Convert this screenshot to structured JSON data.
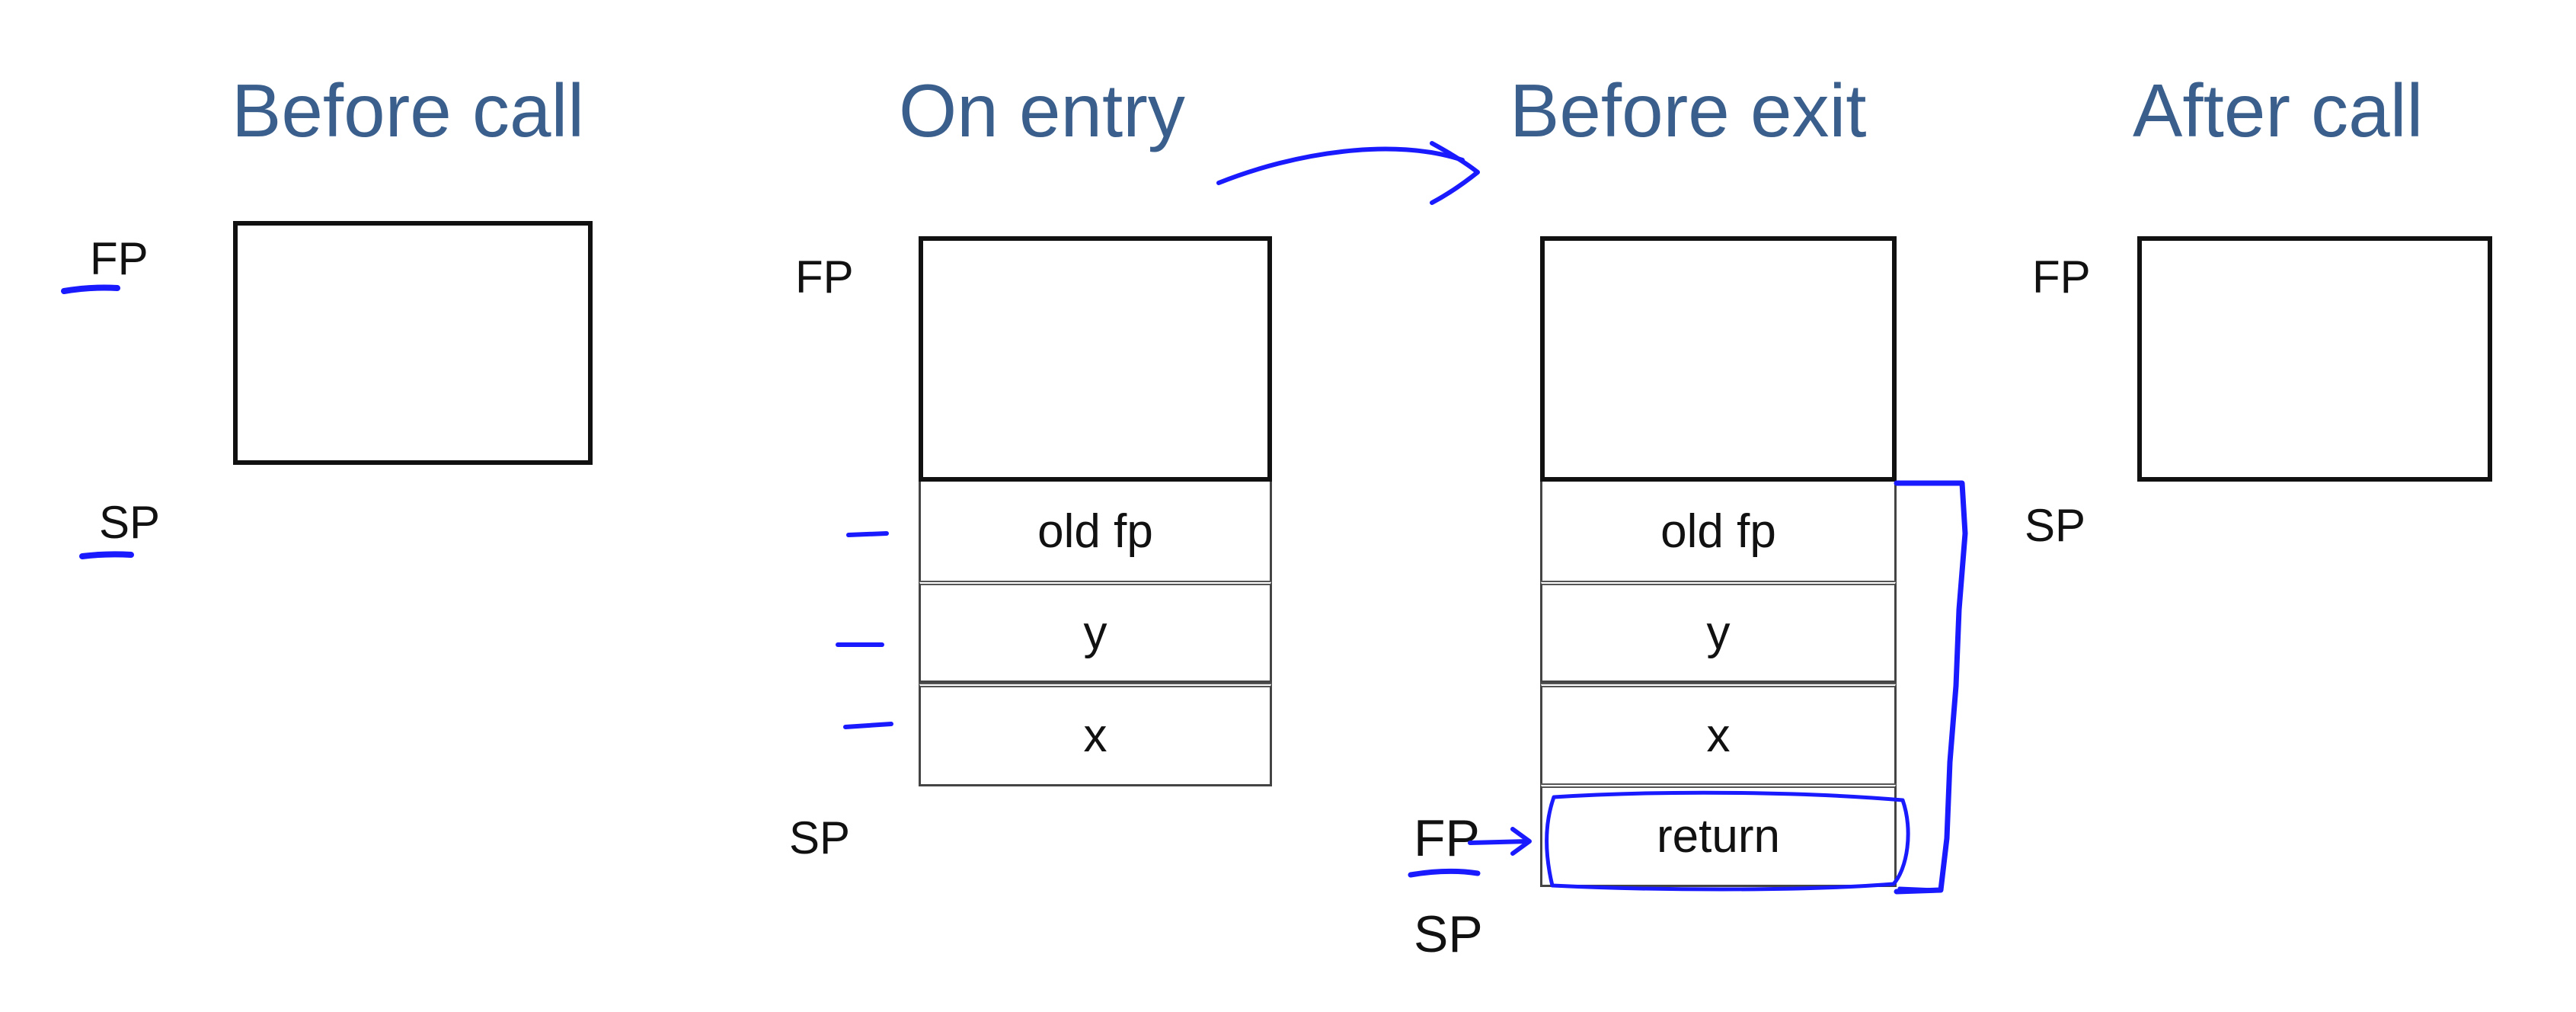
{
  "headings": {
    "before_call": "Before call",
    "on_entry": "On entry",
    "before_exit": "Before exit",
    "after_call": "After call"
  },
  "before_call": {
    "fp_label": "FP",
    "sp_label": "SP"
  },
  "on_entry": {
    "fp_label": "FP",
    "sp_label": "SP",
    "cells": [
      "old fp",
      "y",
      "x"
    ]
  },
  "before_exit": {
    "fp_label": "FP",
    "sp_label": "SP",
    "cells": [
      "old fp",
      "y",
      "x",
      "return"
    ]
  },
  "after_call": {
    "fp_label": "FP",
    "sp_label": "SP"
  },
  "colors": {
    "heading": "#3a5f8c",
    "ink": "#1a1aff",
    "line": "#111111"
  }
}
